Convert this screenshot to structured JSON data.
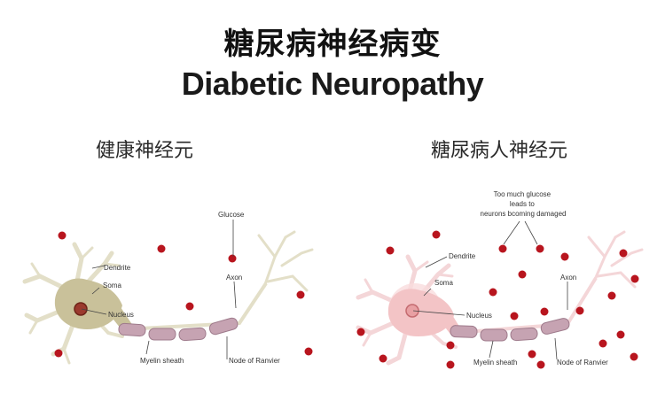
{
  "title_cn": "糖尿病神经病变",
  "title_en": "Diabetic Neuropathy",
  "healthy": {
    "heading": "健康神经元",
    "labels": {
      "glucose": "Glucose",
      "dendrite": "Dendrite",
      "soma": "Soma",
      "nucleus": "Nucleus",
      "axon": "Axon",
      "myelin": "Myelin sheath",
      "ranvier": "Node of Ranvier"
    },
    "colors": {
      "soma": "#c9c19a",
      "branch": "#e3dfc8",
      "myelin": "#c6a3b2",
      "glucose": "#b8151e"
    }
  },
  "diabetic": {
    "heading": "糖尿病人神经元",
    "annotation": [
      "Too much glucose",
      "leads to",
      "neurons bcoming damaged"
    ],
    "labels": {
      "dendrite": "Dendrite",
      "soma": "Soma",
      "nucleus": "Nucleus",
      "axon": "Axon",
      "myelin": "Myelin sheath",
      "ranvier": "Node of Ranvier"
    },
    "colors": {
      "soma": "#f3c4c6",
      "branch": "#f4d6d8",
      "myelin": "#c6a3b2",
      "glucose": "#b8151e"
    }
  }
}
